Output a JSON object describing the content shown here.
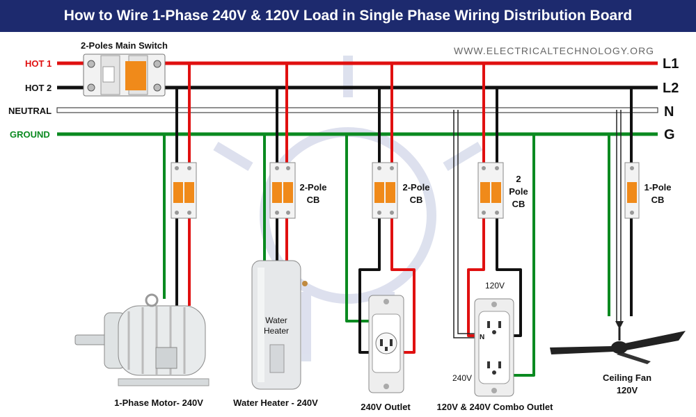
{
  "title": "How to Wire 1-Phase 240V & 120V Load in Single Phase Wiring Distribution Board",
  "website": "WWW.ELECTRICALTECHNOLOGY.ORG",
  "main_switch_label": "2-Poles Main Switch",
  "bus": {
    "hot1": {
      "left": "HOT 1",
      "right": "L1"
    },
    "hot2": {
      "left": "HOT 2",
      "right": "L2"
    },
    "neutral": {
      "left": "NEUTRAL",
      "right": "N"
    },
    "ground": {
      "left": "GROUND",
      "right": "G"
    }
  },
  "breakers": {
    "wh": {
      "line1": "2-Pole",
      "line2": "CB"
    },
    "outlet": {
      "line1": "2-Pole",
      "line2": "CB"
    },
    "combo": {
      "line1": "2",
      "line2": "Pole",
      "line3": "CB"
    },
    "fan": {
      "line1": "1-Pole",
      "line2": "CB"
    }
  },
  "loads": {
    "motor": "1-Phase Motor- 240V",
    "water_heater_body": {
      "line1": "Water",
      "line2": "Heater"
    },
    "water_heater": "Water Heater - 240V",
    "outlet240": "240V Outlet",
    "combo": "120V & 240V Combo Outlet",
    "combo_top": "120V",
    "combo_left": "240V",
    "combo_n": "N",
    "fan_line1": "Ceiling Fan",
    "fan_line2": "120V"
  },
  "colors": {
    "hot1": "#e01010",
    "hot2": "#111111",
    "neutral": "#ffffff",
    "ground": "#0a8a20",
    "title_bg": "#1d2a6e"
  }
}
